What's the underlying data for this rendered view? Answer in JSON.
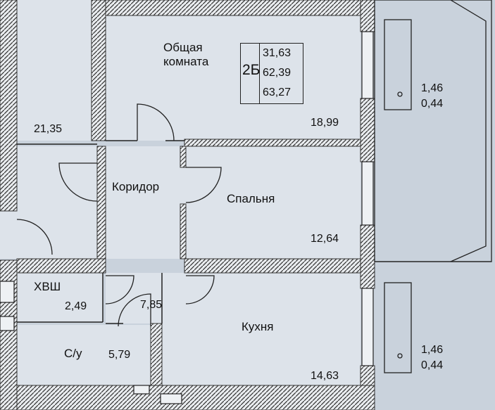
{
  "rooms": {
    "living": {
      "name_line1": "Общая",
      "name_line2": "комната",
      "area": "18,99"
    },
    "bedroom": {
      "name": "Спальня",
      "area": "12,64"
    },
    "corridor_upper": {
      "name": "Коридор"
    },
    "corridor_lower": {
      "area": "7,85"
    },
    "kitchen": {
      "name": "Кухня",
      "area": "14,63"
    },
    "storage": {
      "name": "ХВШ",
      "area": "2,49"
    },
    "bathroom": {
      "name": "С/у",
      "area": "5,79"
    },
    "neighbor": {
      "area": "21,35"
    }
  },
  "unit": {
    "code": "2Б",
    "areas": [
      "31,63",
      "62,39",
      "63,27"
    ]
  },
  "balconies": [
    {
      "area": "1,46",
      "coef": "0,44"
    },
    {
      "area": "1,46",
      "coef": "0,44"
    }
  ],
  "colors": {
    "background": "#c9d2dc",
    "room_fill": "#dde3ea",
    "wall": "#3a3a3a",
    "line": "#222222"
  }
}
